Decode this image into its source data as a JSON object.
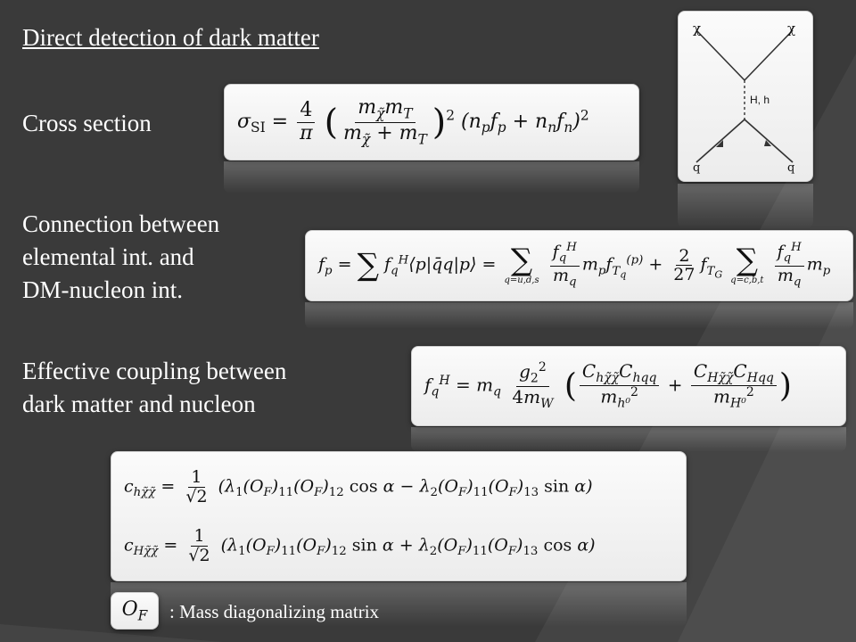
{
  "slide": {
    "title": "Direct detection of dark matter",
    "sections": {
      "cross_section": "Cross section",
      "connection": [
        "Connection between",
        "elemental int. and",
        "DM-nucleon int."
      ],
      "effective": [
        "Effective coupling between",
        "dark matter and nucleon"
      ]
    },
    "note": ": Mass diagonalizing matrix"
  },
  "diagram": {
    "top_left": "χ",
    "top_right": "χ",
    "mediator": "H, h",
    "bottom_left": "q",
    "bottom_right": "q"
  },
  "equations": {
    "sigma": {
      "lhs": "σ",
      "lhs_sub": "SI",
      "num": "4",
      "den": "π",
      "frac_num": "m",
      "exp": "2"
    },
    "of_symbol": "O"
  },
  "colors": {
    "background": "#3a3a3a",
    "text": "#ffffff",
    "box": "#f4f4f4"
  }
}
